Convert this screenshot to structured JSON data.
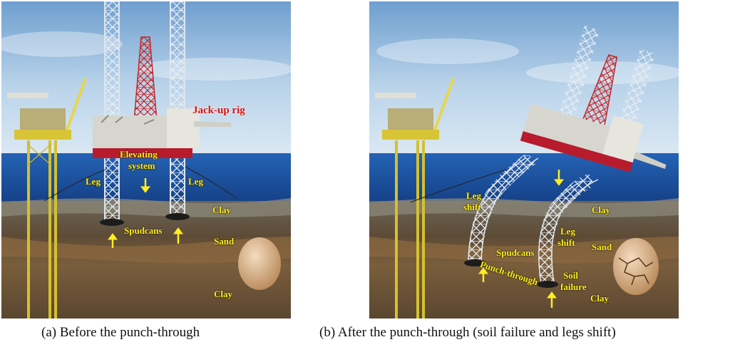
{
  "panel_a": {
    "labels": {
      "jackup_rig": "Jack-up rig",
      "elevating": "Elevating",
      "system": "system",
      "leg_left": "Leg",
      "leg_right": "Leg",
      "clay_top": "Clay",
      "spudcans": "Spudcans",
      "sand": "Sand",
      "clay_bottom": "Clay"
    },
    "caption": "(a) Before the punch-through"
  },
  "panel_b": {
    "labels": {
      "leg_shift_1a": "Leg",
      "leg_shift_1b": "shift",
      "clay": "Clay",
      "leg_shift_2a": "Leg",
      "leg_shift_2b": "shift",
      "sand": "Sand",
      "spudcans": "Spudcans",
      "punch_through": "Punch-through",
      "soil": "Soil",
      "failure": "failure",
      "clay_bottom": "Clay"
    },
    "caption": "(b) After the punch-through (soil failure and legs shift)"
  },
  "colors": {
    "sky": "#bcd6ea",
    "sea": "#1f5aa8",
    "label_yellow": "#ffee22",
    "label_red": "#d01010",
    "hull_red": "#b81c2c"
  }
}
